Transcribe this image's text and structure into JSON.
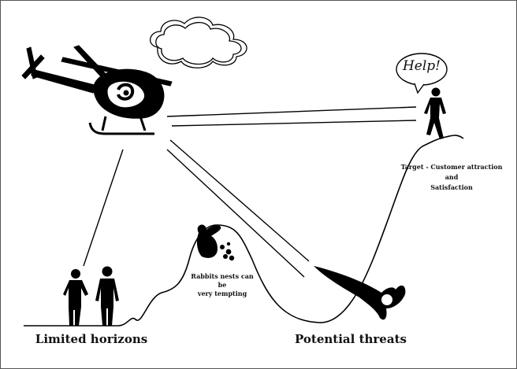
{
  "speech_bubble": {
    "text": "Help!"
  },
  "target_label": {
    "line1": "Target - Customer attraction",
    "line2": "and",
    "line3": "Satisfaction"
  },
  "rabbit_label": {
    "line1": "Rabbits nests can be",
    "line2": "very tempting"
  },
  "limited_horizons": "Limited horizons",
  "potential_threats": "Potential threats",
  "colors": {
    "ink": "#000000",
    "background": "#ffffff",
    "border": "#555555"
  },
  "icons": [
    "cloud-icon",
    "helicopter-icon",
    "person-icon",
    "rabbit-icon",
    "rocket-icon"
  ]
}
